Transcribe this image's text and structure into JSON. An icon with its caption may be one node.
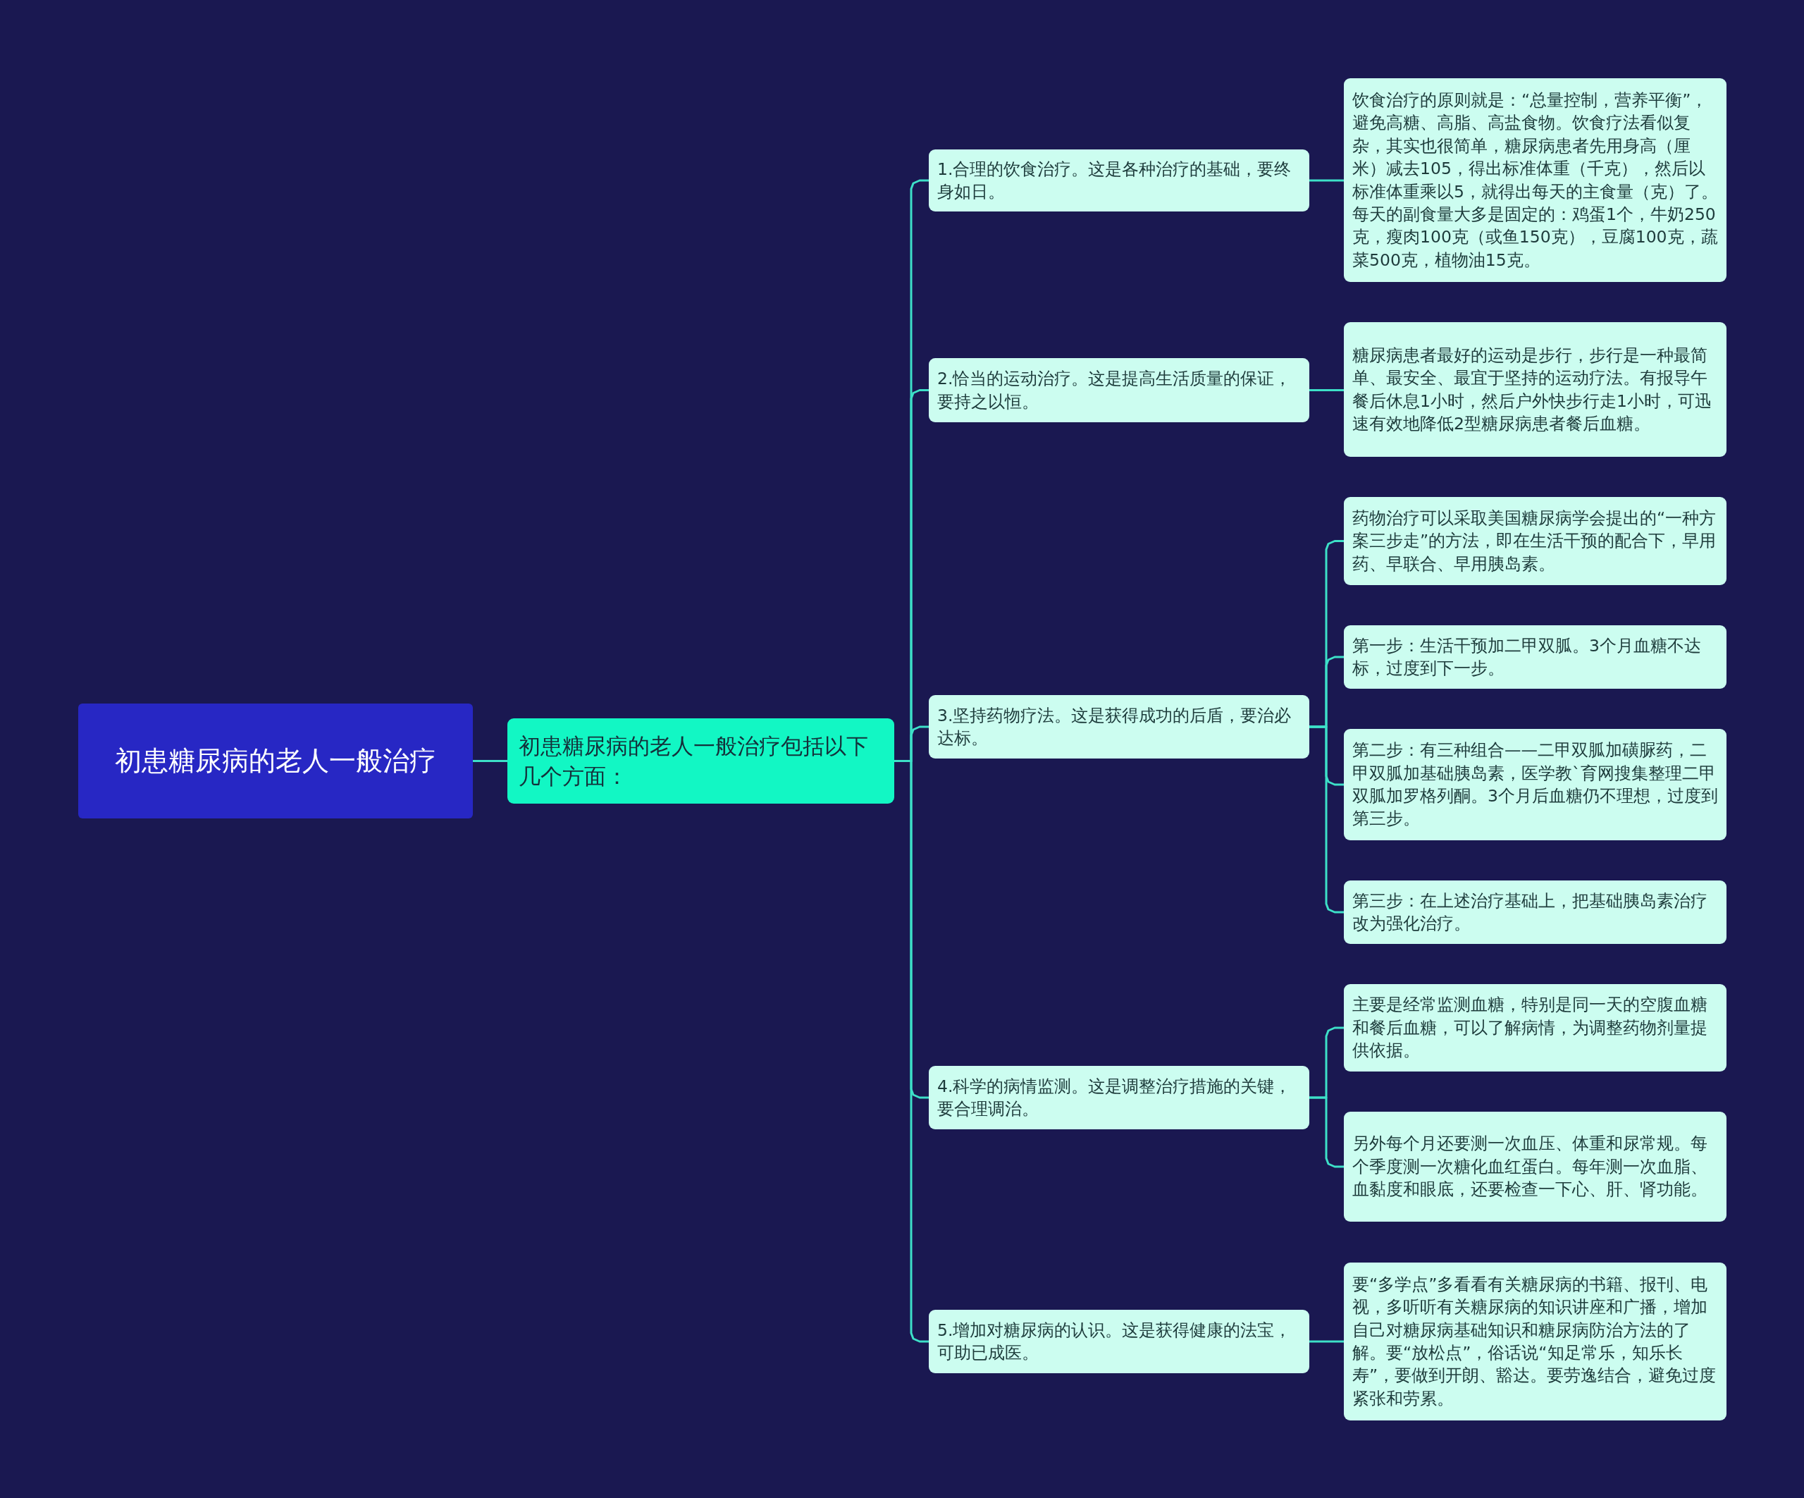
{
  "diagram": {
    "nodes": [
      {
        "text": [
          "初患糖尿病的老人一般治疗"
        ]
      },
      {
        "text": [
          "初患糖尿病的老人一般治疗包括以下几个方面："
        ]
      },
      {
        "text": [
          "1.合理的饮食治疗。这是各种治疗的基础，要终身如日。"
        ]
      },
      {
        "text": [
          "2.恰当的运动治疗。这是提高生活质量的保证，要持之以恒。"
        ]
      },
      {
        "text": [
          "3.坚持药物疗法。这是获得成功的后盾，要治必达标。"
        ]
      },
      {
        "text": [
          "4.科学的病情监测。这是调整治疗措施的关键，要合理调治。"
        ]
      },
      {
        "text": [
          "5.增加对糖尿病的认识。这是获得健康的法宝，可助已成医。"
        ]
      },
      {
        "text": [
          "饮食治疗的原则就是：“总量控制，营养平衡”，避免高糖、高脂、高盐食物。饮食疗法看似复杂，其实也很简单，糖尿病患者先用身高（厘米）减去105，得出标准体重（千克），然后以标准体重乘以5，就得出每天的主食量（克）了。每天的副食量大多是固定的：鸡蛋1个，牛奶250克，瘦肉100克（或鱼150克），豆腐100克，蔬菜500克，植物油15克。"
        ]
      },
      {
        "text": [
          "糖尿病患者最好的运动是步行，步行是一种最简单、最安全、最宜于坚持的运动疗法。有报导午餐后休息1小时，然后户外快步行走1小时，可迅速有效地降低2型糖尿病患者餐后血糖。"
        ]
      },
      {
        "text": [
          "药物治疗可以采取美国糖尿病学会提出的“一种方案三步走”的方法，即在生活干预的配合下，早用药、早联合、早用胰岛素。"
        ]
      },
      {
        "text": [
          "第一步：生活干预加二甲双胍。3个月血糖不达标，过度到下一步。"
        ]
      },
      {
        "text": [
          "第二步：有三种组合——二甲双胍加磺脲药，二甲双胍加基础胰岛素，医学教`育网搜集整理二甲双胍加罗格列酮。3个月后血糖仍不理想，过度到第三步。"
        ]
      },
      {
        "text": [
          "第三步：在上述治疗基础上，把基础胰岛素治疗改为强化治疗。"
        ]
      },
      {
        "text": [
          "主要是经常监测血糖，特别是同一天的空腹血糖和餐后血糖，可以了解病情，为调整药物剂量提供依据。"
        ]
      },
      {
        "text": [
          "另外每个月还要测一次血压、体重和尿常规。每个季度测一次糖化血红蛋白。每年测一次血脂、血黏度和眼底，还要检查一下心、肝、肾功能。"
        ]
      },
      {
        "text": [
          "要“多学点”多看看有关糖尿病的书籍、报刊、电视，多听听有关糖尿病的知识讲座和广播，增加自己对糖尿病基础知识和糖尿病防治方法的了解。要“放松点”，俗话说“知足常乐，知乐长寿”，要做到开朗、豁达。要劳逸结合，避免过度紧张和劳累。"
        ]
      }
    ],
    "edges": [
      {
        "from": 0,
        "to": 1,
        "arrow": "none"
      },
      {
        "from": 1,
        "to": 2,
        "arrow": "none"
      },
      {
        "from": 1,
        "to": 3,
        "arrow": "none"
      },
      {
        "from": 1,
        "to": 4,
        "arrow": "none"
      },
      {
        "from": 1,
        "to": 5,
        "arrow": "none"
      },
      {
        "from": 1,
        "to": 6,
        "arrow": "none"
      },
      {
        "from": 2,
        "to": 7,
        "arrow": "none"
      },
      {
        "from": 3,
        "to": 8,
        "arrow": "none"
      },
      {
        "from": 4,
        "to": 9,
        "arrow": "none"
      },
      {
        "from": 4,
        "to": 10,
        "arrow": "none"
      },
      {
        "from": 4,
        "to": 11,
        "arrow": "none"
      },
      {
        "from": 4,
        "to": 12,
        "arrow": "none"
      },
      {
        "from": 5,
        "to": 13,
        "arrow": "none"
      },
      {
        "from": 5,
        "to": 14,
        "arrow": "none"
      },
      {
        "from": 6,
        "to": 15,
        "arrow": "none"
      }
    ]
  }
}
